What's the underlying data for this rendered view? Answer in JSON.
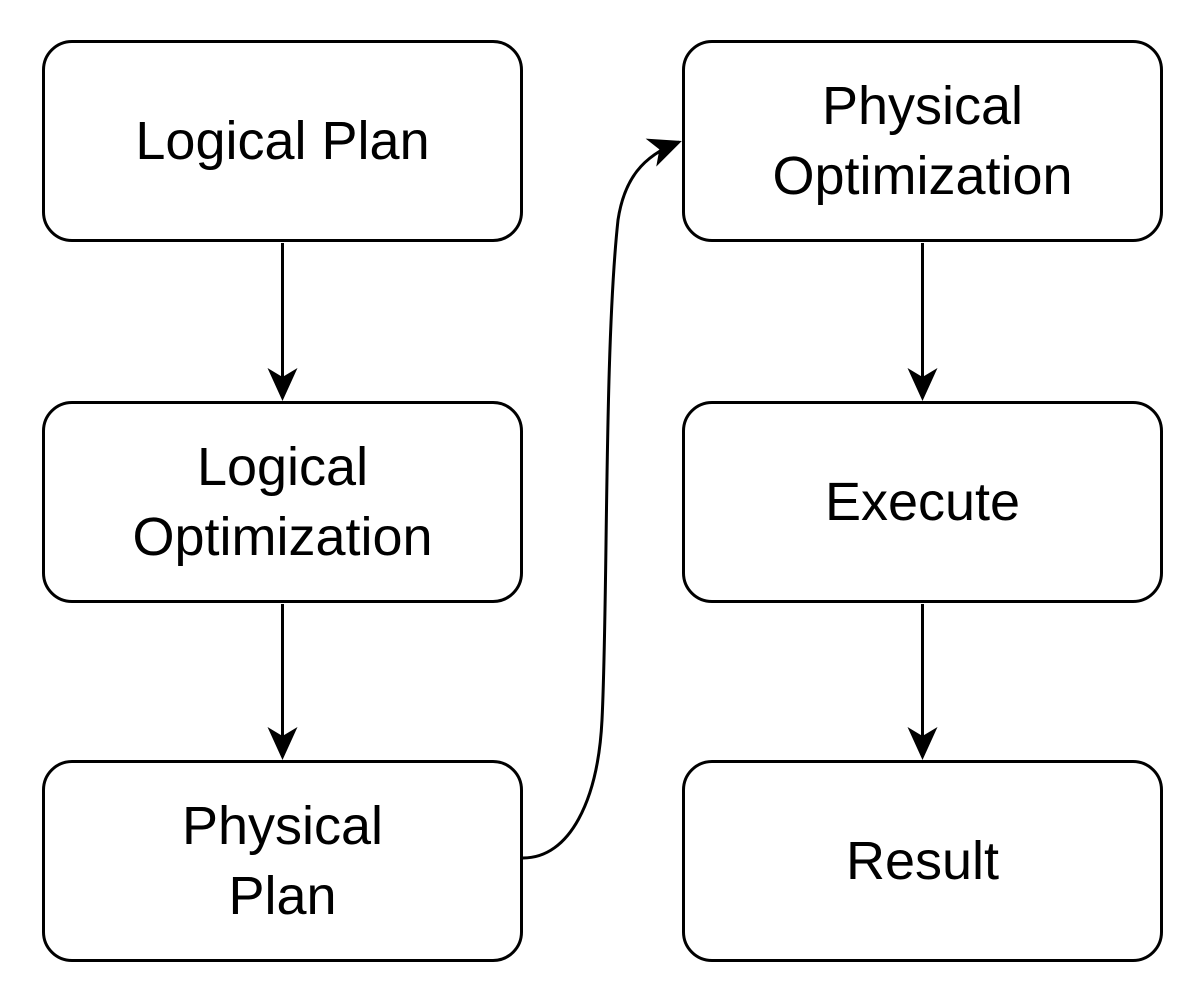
{
  "diagram": {
    "background_color": "#ffffff",
    "node_fill_color": "#ffffff",
    "node_border_color": "#000000",
    "text_color": "#000000",
    "arrow_color": "#000000",
    "nodes": [
      {
        "id": "logical-plan",
        "label": "Logical Plan"
      },
      {
        "id": "logical-optimization",
        "label": "Logical\nOptimization"
      },
      {
        "id": "physical-plan",
        "label": "Physical\nPlan"
      },
      {
        "id": "physical-optimization",
        "label": "Physical\nOptimization"
      },
      {
        "id": "execute",
        "label": "Execute"
      },
      {
        "id": "result",
        "label": "Result"
      }
    ],
    "edges": [
      {
        "from": "Logical Plan",
        "to": "Logical Optimization",
        "style": "straight-down"
      },
      {
        "from": "Logical Optimization",
        "to": "Physical Plan",
        "style": "straight-down"
      },
      {
        "from": "Physical Plan",
        "to": "Physical Optimization",
        "style": "curved-up-right"
      },
      {
        "from": "Physical Optimization",
        "to": "Execute",
        "style": "straight-down"
      },
      {
        "from": "Execute",
        "to": "Result",
        "style": "straight-down"
      }
    ]
  }
}
